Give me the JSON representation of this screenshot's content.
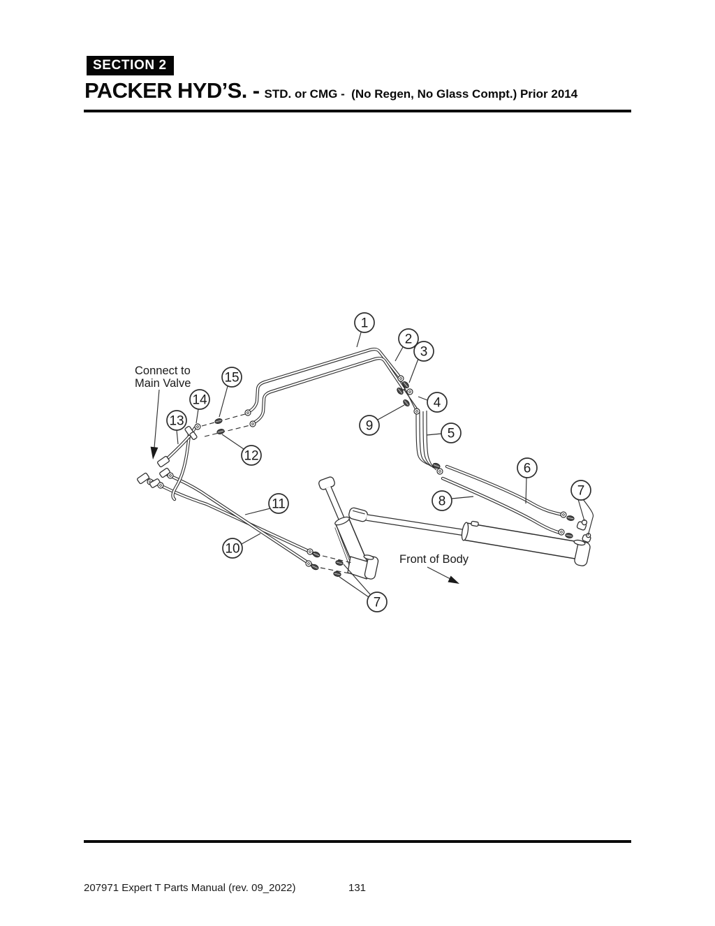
{
  "header": {
    "section_badge": "SECTION 2",
    "title": "PACKER HYD’S. -",
    "subtitle": "STD. or CMG -  (No Regen, No Glass Compt.) Prior 2014"
  },
  "diagram": {
    "labels": {
      "connect_line1": "Connect to",
      "connect_line2": "Main Valve",
      "front_of_body": "Front of Body"
    },
    "callouts": [
      {
        "label": "1"
      },
      {
        "label": "2"
      },
      {
        "label": "3"
      },
      {
        "label": "4"
      },
      {
        "label": "5"
      },
      {
        "label": "6"
      },
      {
        "label": "7"
      },
      {
        "label": "8"
      },
      {
        "label": "9"
      },
      {
        "label": "10"
      },
      {
        "label": "11"
      },
      {
        "label": "12"
      },
      {
        "label": "13"
      },
      {
        "label": "14"
      },
      {
        "label": "15"
      },
      {
        "label": "7"
      }
    ]
  },
  "footer": {
    "manual_ref": "207971 Expert T Parts Manual (rev. 09_2022)",
    "page_number": "131"
  }
}
